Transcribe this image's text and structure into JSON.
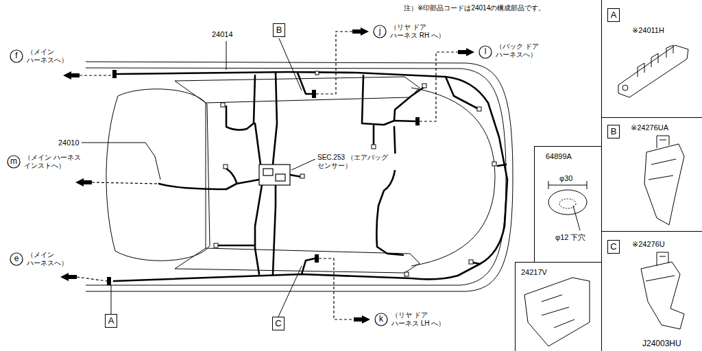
{
  "diagram": {
    "nodes": [
      {
        "text": [
          "f"
        ]
      },
      {
        "text": [
          "B"
        ]
      },
      {
        "text": [
          "j"
        ]
      },
      {
        "text": [
          "l"
        ]
      },
      {
        "text": [
          "m"
        ]
      },
      {
        "text": [
          "e"
        ]
      },
      {
        "text": [
          "A"
        ]
      },
      {
        "text": [
          "C"
        ]
      },
      {
        "text": [
          "k"
        ]
      },
      {
        "text": [
          "※24011H"
        ]
      },
      {
        "text": [
          "A"
        ],
        "in": 9
      },
      {
        "text": [
          "※24276UA"
        ]
      },
      {
        "text": [
          "B"
        ],
        "in": 11
      },
      {
        "text": [
          "※24276U"
        ]
      },
      {
        "text": [
          "C"
        ],
        "in": 13
      },
      {
        "text": [
          "64899A",
          "φ30",
          "φ12 下穴"
        ]
      },
      {
        "text": [
          "24217V"
        ]
      }
    ],
    "labels": [
      "注）※印部品コードは24014の構成部品です。",
      "24014",
      "24010",
      "SEC.253 （エアバッグ センサー）",
      "（メイン ハーネスへ）",
      "（メイン ハーネス インストへ）",
      "（メイン ハーネスへ）",
      "（リヤ ドア ハーネス RH へ）",
      "（バック ドア ハーネスへ）",
      "（リヤ ドア ハーネス LH へ）",
      "J24003HU"
    ]
  }
}
